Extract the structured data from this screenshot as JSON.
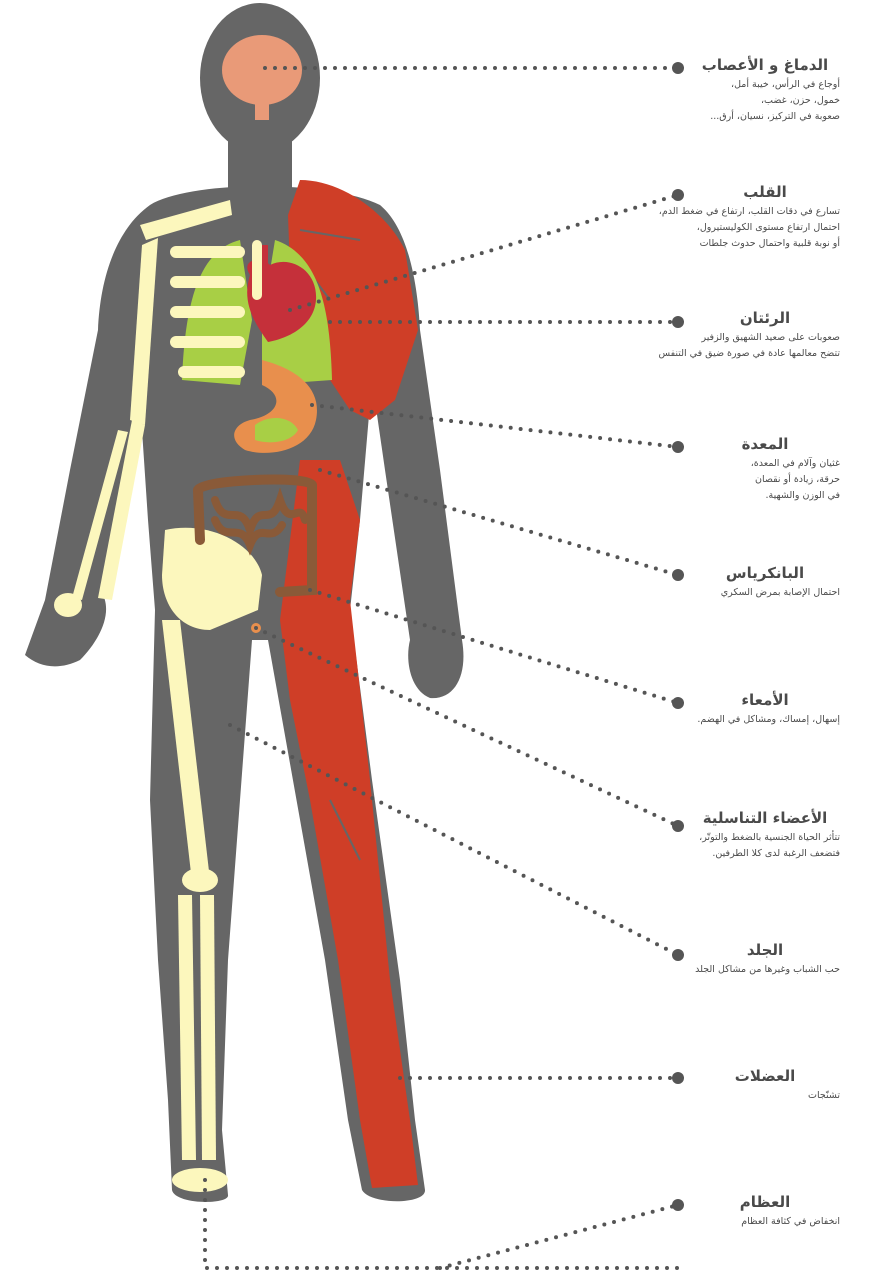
{
  "colors": {
    "body": "#666666",
    "bone": "#fcf7bd",
    "muscle": "#cf3e27",
    "lung": "#a8cf45",
    "heart": "#c5303a",
    "brain": "#e99a78",
    "stomach": "#e88f4d",
    "intestine": "#8a5a38",
    "dots": "#555555",
    "text": "#4a4a4a"
  },
  "labels": [
    {
      "id": "brain",
      "title": "الدماغ و الأعصاب",
      "desc": "أوجاع في الرأس، خيبة أمل،\nخمول، حزن، غضب،\nصعوبة  في التركيز، نسيان، أرق..."
    },
    {
      "id": "heart",
      "title": "القلب",
      "desc": "تسارع في دقات القلب، ارتفاع في ضغط الدم،\nاحتمال ارتفاع مستوى الكوليستيرول،\nأو نوبة قلبية واحتمال حدوث جلطات"
    },
    {
      "id": "lungs",
      "title": "الرئتان",
      "desc": "صعوبات على صعيد الشهيق والزفير\nتتضح معالمها عادة في صورة ضيق في التنفس"
    },
    {
      "id": "stomach",
      "title": "المعدة",
      "desc": "غثيان وآلام في المعدة،\nحرقة، زيادة أو نقصان\nفي الوزن والشهية."
    },
    {
      "id": "pancreas",
      "title": "البانكرياس",
      "desc": "احتمال الإصابة بمرض السكري"
    },
    {
      "id": "intestines",
      "title": "الأمعاء",
      "desc": "إسهال، إمساك، ومشاكل في الهضم."
    },
    {
      "id": "genitals",
      "title": "الأعضاء التناسلية",
      "desc": "تتأثر الحياة الجنسية بالضغط والتوتّر،\nفتضعف الرغبة لدى كلا الطرفين."
    },
    {
      "id": "skin",
      "title": "الجلد",
      "desc": "حب الشباب وغيرها من مشاكل الجلد"
    },
    {
      "id": "muscles",
      "title": "العضلات",
      "desc": "تشنّجات"
    },
    {
      "id": "bones",
      "title": "العظام",
      "desc": "انخفاض في كثافة العظام"
    }
  ]
}
